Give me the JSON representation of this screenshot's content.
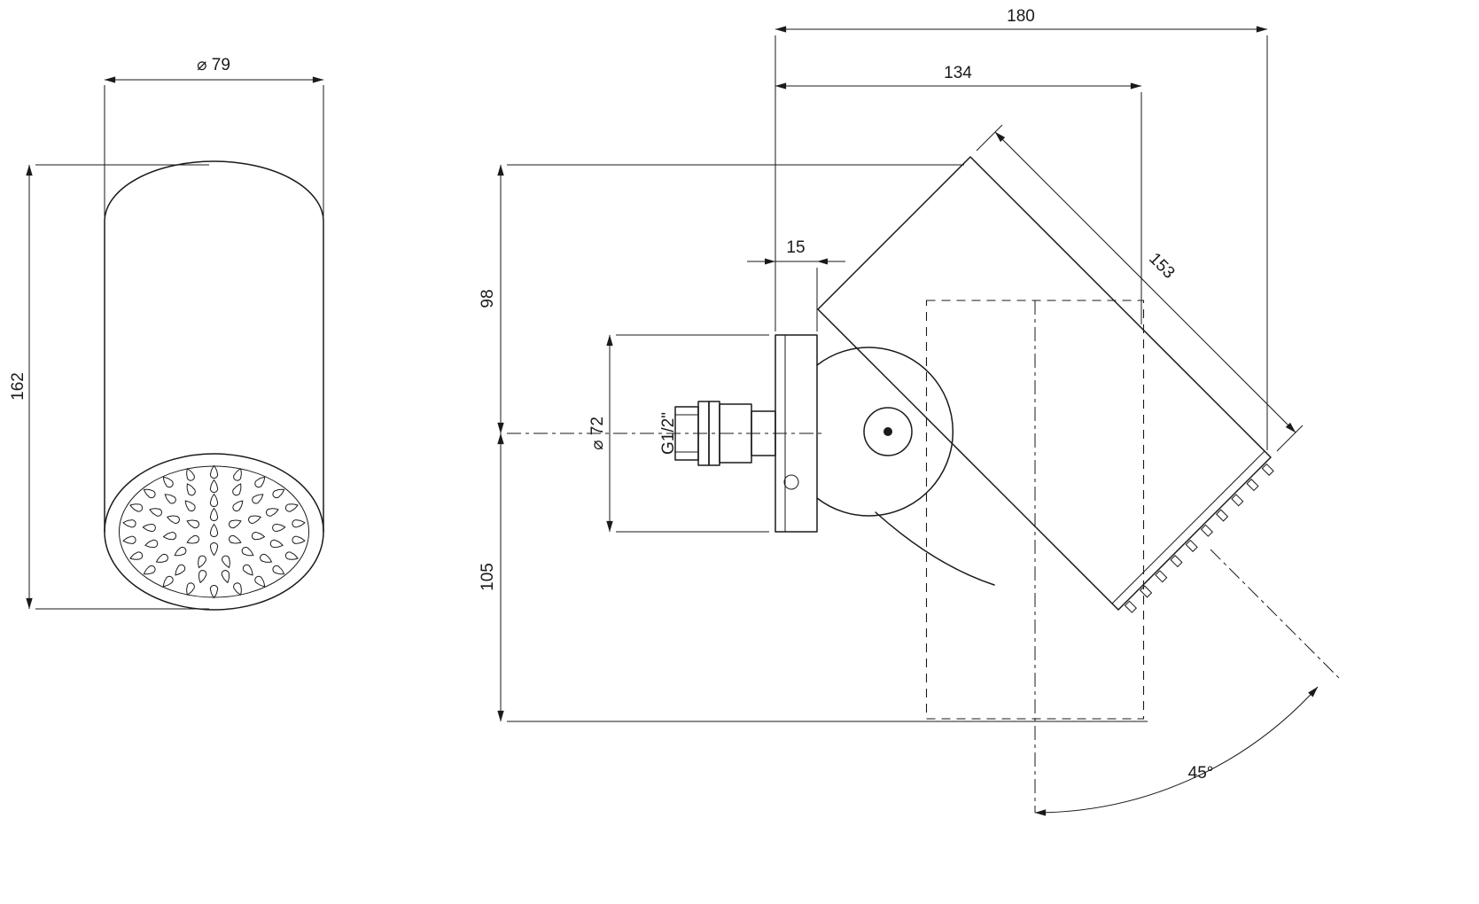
{
  "drawing": {
    "colors": {
      "line": "#1a1a1a",
      "background": "#ffffff"
    }
  },
  "front_view": {
    "labels": {
      "diameter": "⌀ 79",
      "height": "162"
    }
  },
  "side_view": {
    "labels": {
      "overall_reach": "180",
      "reach_to_head": "134",
      "head_length": "153",
      "plate_thickness": "15",
      "upper_height": "98",
      "lower_height": "105",
      "flange_diameter": "⌀ 72",
      "thread": "G1/2\"",
      "swivel_angle": "45°"
    }
  }
}
